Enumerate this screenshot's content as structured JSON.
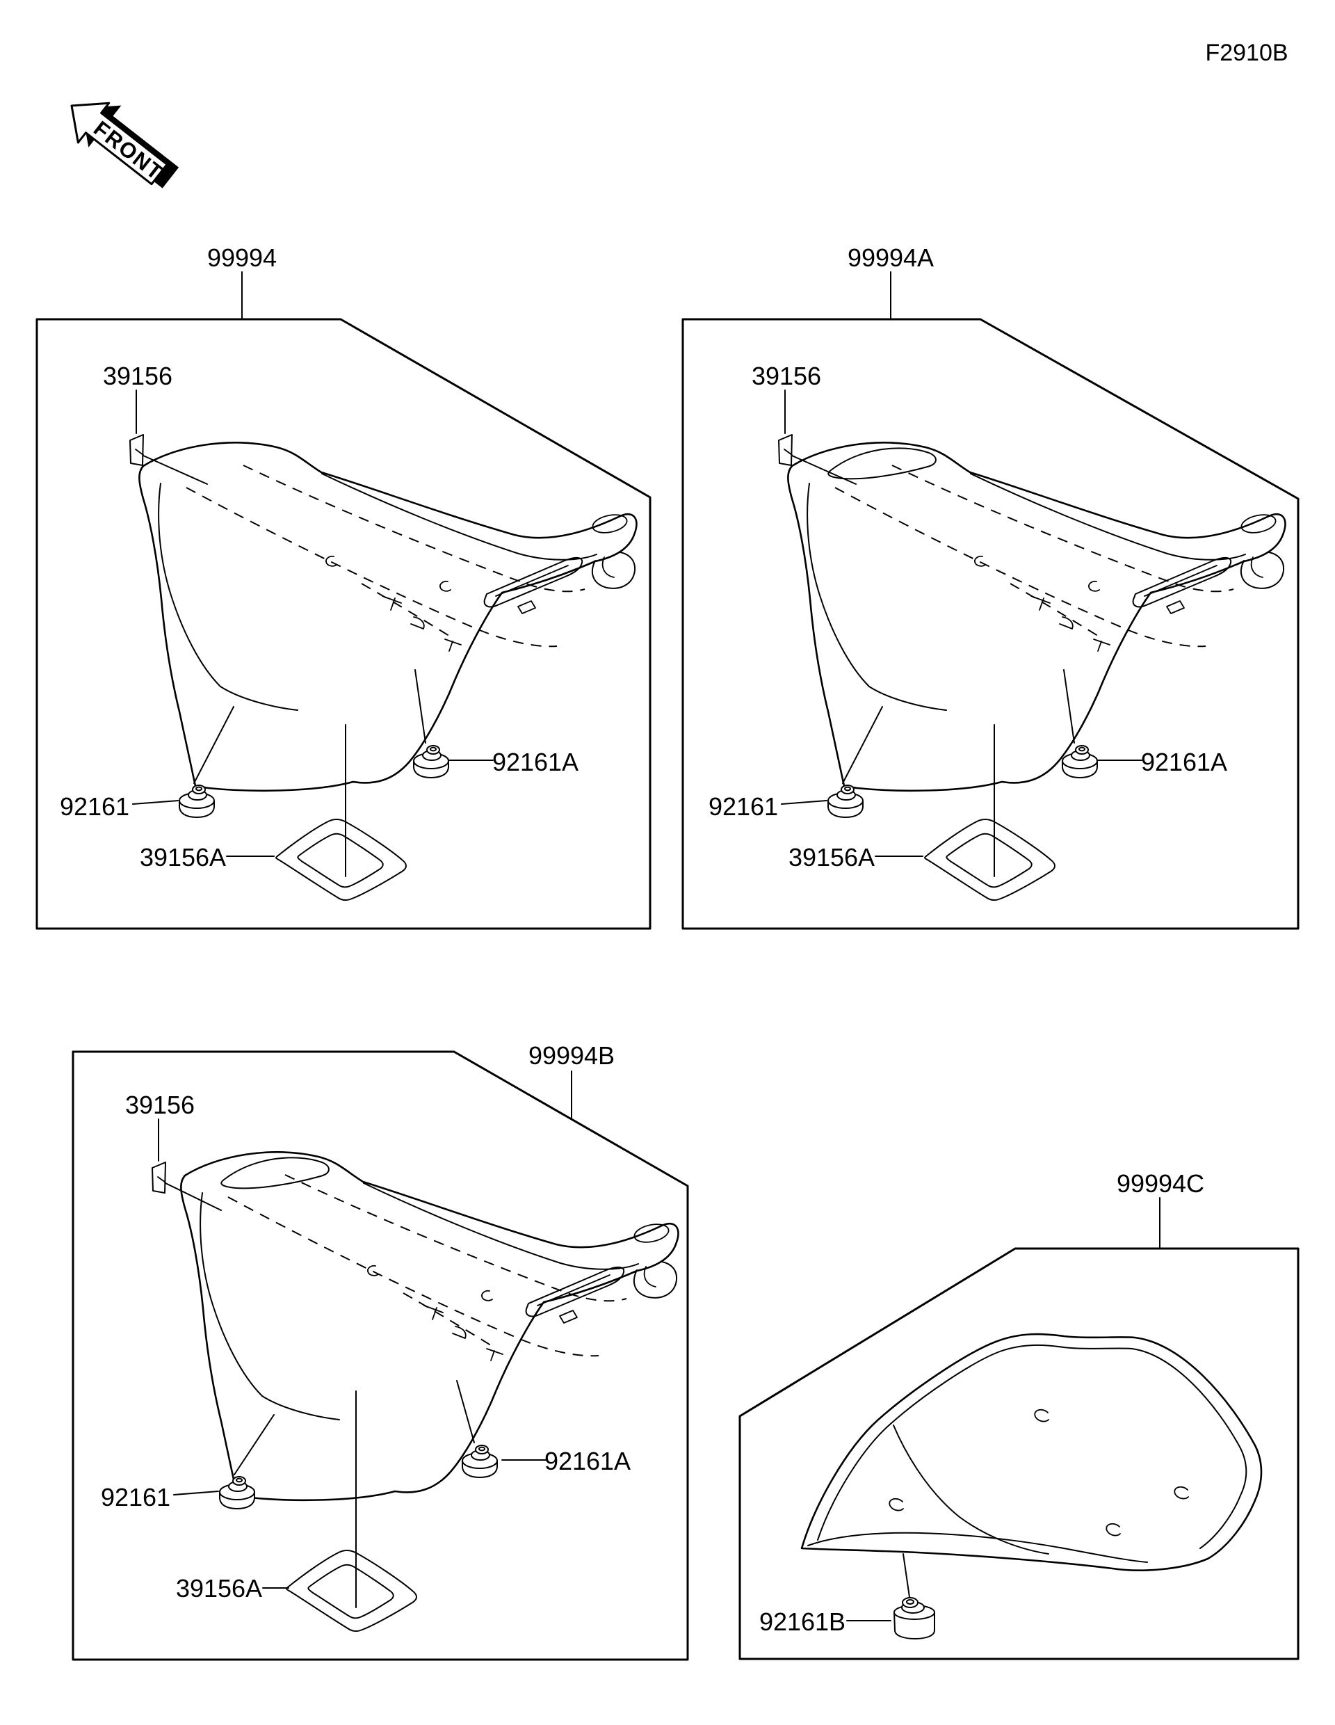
{
  "page": {
    "code": "F2910B",
    "background": "#ffffff",
    "line_color": "#000000"
  },
  "front_arrow": {
    "label": "FRONT"
  },
  "panels": [
    {
      "id": "panel-1",
      "part_number": "99994",
      "components": {
        "tape": "39156",
        "damper_front": "92161",
        "damper_rear": "92161A",
        "pad": "39156A"
      }
    },
    {
      "id": "panel-2",
      "part_number": "99994A",
      "components": {
        "tape": "39156",
        "damper_front": "92161",
        "damper_rear": "92161A",
        "pad": "39156A"
      }
    },
    {
      "id": "panel-3",
      "part_number": "99994B",
      "components": {
        "tape": "39156",
        "damper_front": "92161",
        "damper_rear": "92161A",
        "pad": "39156A"
      }
    },
    {
      "id": "panel-4",
      "part_number": "99994C",
      "components": {
        "damper": "92161B"
      }
    }
  ]
}
